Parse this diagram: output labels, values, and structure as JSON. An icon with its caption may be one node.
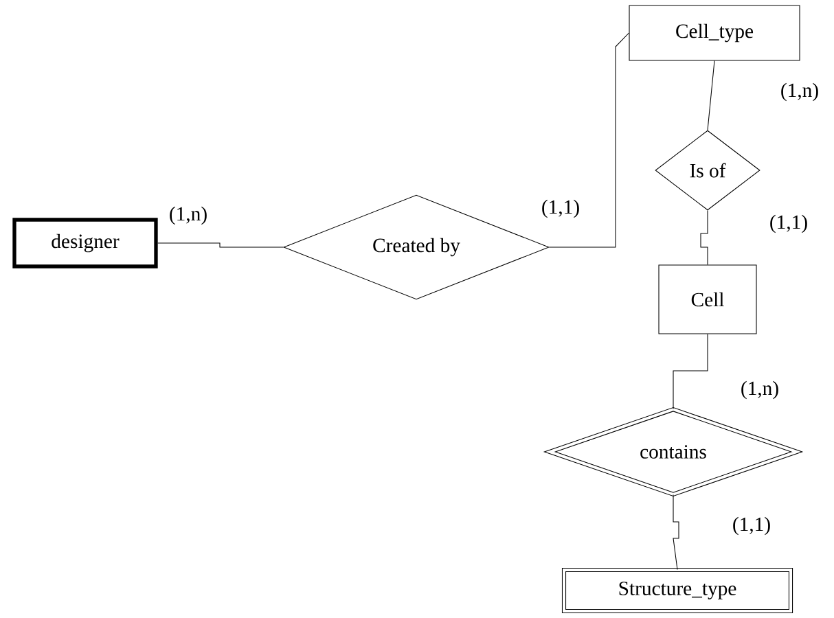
{
  "diagram": {
    "nodes": [
      {
        "text": [
          "designer"
        ]
      },
      {
        "text": [
          "Created by"
        ]
      },
      {
        "text": [
          "Cell_type"
        ]
      },
      {
        "text": [
          "Is of"
        ]
      },
      {
        "text": [
          "Cell"
        ]
      },
      {
        "text": [
          "contains"
        ]
      },
      {
        "text": [
          "Structure_type"
        ]
      }
    ],
    "edges": [
      {
        "from": 0,
        "to": 1,
        "arrow": "none",
        "label": "(1,n)"
      },
      {
        "from": 1,
        "to": 2,
        "arrow": "none",
        "label": "(1,1)"
      },
      {
        "from": 2,
        "to": 3,
        "arrow": "none",
        "label": "(1,n)"
      },
      {
        "from": 3,
        "to": 4,
        "arrow": "none",
        "label": "(1,1)"
      },
      {
        "from": 4,
        "to": 5,
        "arrow": "none",
        "label": "(1,n)"
      },
      {
        "from": 5,
        "to": 6,
        "arrow": "none",
        "label": "(1,1)"
      }
    ]
  }
}
